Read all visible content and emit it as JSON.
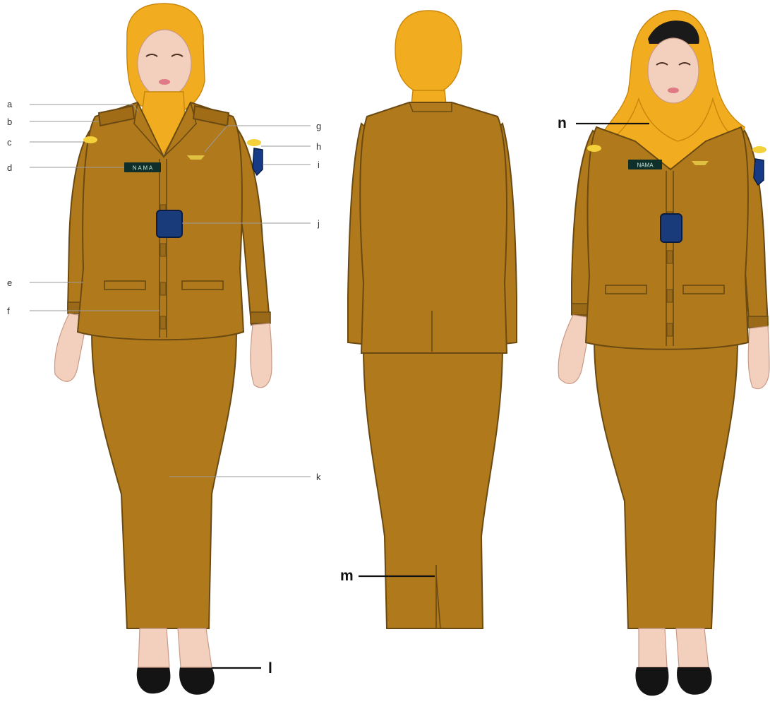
{
  "figure": {
    "front_labels": [
      "a",
      "b",
      "c",
      "d",
      "e",
      "f",
      "g",
      "h",
      "i",
      "j",
      "k",
      "l"
    ],
    "back_labels": [
      "m"
    ],
    "hijab_labels": [
      "n"
    ],
    "name_plate_text": "N A M A",
    "name_plate_text_right": "NAMA"
  },
  "colors": {
    "uniform": "#b07a1c",
    "uniform_outline": "#6a4a12",
    "hijab": "#f2ac1f",
    "skin": "#f3cfbd",
    "shoe": "#141414",
    "id_card": "#1a3b7a",
    "name_plate": "#0f2f2a"
  }
}
